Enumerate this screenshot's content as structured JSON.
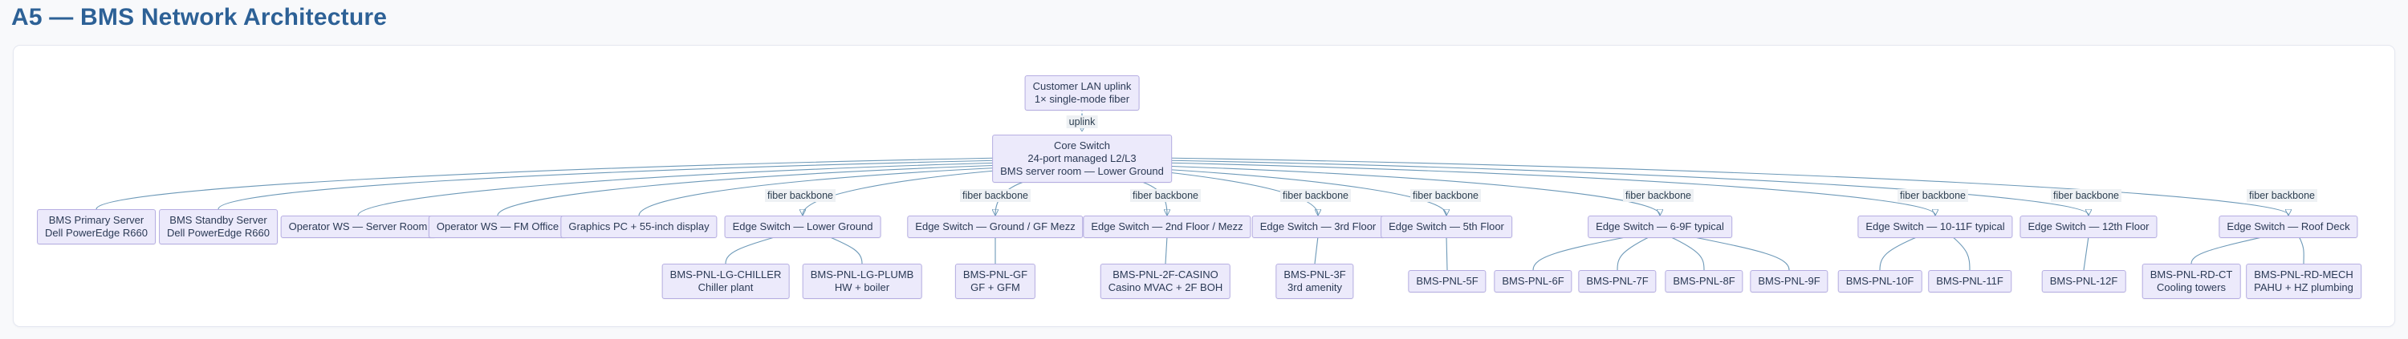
{
  "title": "A5 — BMS Network Architecture",
  "diagram": {
    "uplink_node": {
      "line1": "Customer LAN uplink",
      "line2": "1× single-mode fiber"
    },
    "uplink_edge_label": "uplink",
    "core_node": {
      "line1": "Core Switch",
      "line2": "24-port managed L2/L3",
      "line3": "BMS server room — Lower Ground"
    },
    "fiber_edge_label": "fiber backbone",
    "devices": [
      {
        "line1": "BMS Primary Server",
        "line2": "Dell PowerEdge R660"
      },
      {
        "line1": "BMS Standby Server",
        "line2": "Dell PowerEdge R660"
      },
      {
        "line1": "Operator WS — Server Room"
      },
      {
        "line1": "Operator WS — FM Office"
      },
      {
        "line1": "Graphics PC + 55-inch display"
      }
    ],
    "edge_switches": [
      "Edge Switch — Lower Ground",
      "Edge Switch — Ground / GF Mezz",
      "Edge Switch — 2nd Floor / Mezz",
      "Edge Switch — 3rd Floor",
      "Edge Switch — 5th Floor",
      "Edge Switch — 6-9F typical",
      "Edge Switch — 10-11F typical",
      "Edge Switch — 12th Floor",
      "Edge Switch — Roof Deck"
    ],
    "panels": [
      {
        "line1": "BMS-PNL-LG-CHILLER",
        "line2": "Chiller plant"
      },
      {
        "line1": "BMS-PNL-LG-PLUMB",
        "line2": "HW + boiler"
      },
      {
        "line1": "BMS-PNL-GF",
        "line2": "GF + GFM"
      },
      {
        "line1": "BMS-PNL-2F-CASINO",
        "line2": "Casino MVAC + 2F BOH"
      },
      {
        "line1": "BMS-PNL-3F",
        "line2": "3rd amenity"
      },
      {
        "line1": "BMS-PNL-5F"
      },
      {
        "line1": "BMS-PNL-6F"
      },
      {
        "line1": "BMS-PNL-7F"
      },
      {
        "line1": "BMS-PNL-8F"
      },
      {
        "line1": "BMS-PNL-9F"
      },
      {
        "line1": "BMS-PNL-10F"
      },
      {
        "line1": "BMS-PNL-11F"
      },
      {
        "line1": "BMS-PNL-12F"
      },
      {
        "line1": "BMS-PNL-RD-CT",
        "line2": "Cooling towers"
      },
      {
        "line1": "BMS-PNL-RD-MECH",
        "line2": "PAHU + HZ plumbing"
      }
    ]
  },
  "colors": {
    "title": "#2d6196",
    "node_fill": "#eceafb",
    "node_border": "#b6aee2",
    "node_text": "#2b3a55",
    "edge_stroke": "#6d99b8",
    "arrow_fill": "#4b84a8",
    "edge_label_bg": "#eef1f4",
    "panel_bg": "#ffffff",
    "page_bg": "#f8f9fb"
  }
}
